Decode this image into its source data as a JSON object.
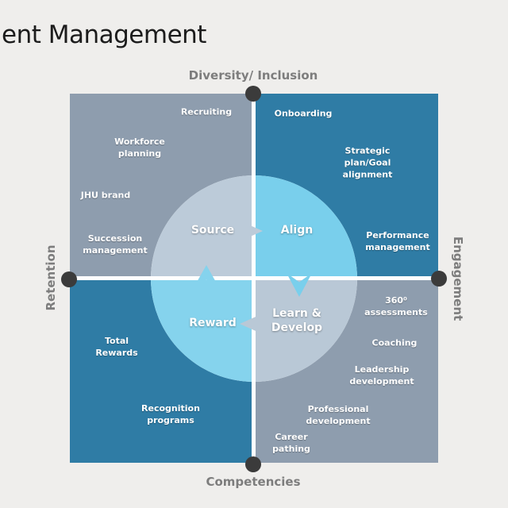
{
  "title": "ent Management",
  "axes": {
    "top": "Diversity/ Inclusion",
    "right": "Engagement",
    "bottom": "Competencies",
    "left": "Retention"
  },
  "cycle": {
    "source": "Source",
    "align": "Align",
    "reward": "Reward",
    "learn": "Learn &\nDevelop"
  },
  "quadrants": {
    "top_left": {
      "items": {
        "recruiting": "Recruiting",
        "workforce": "Workforce\nplanning",
        "jhu_brand": "JHU brand",
        "succession": "Succession\nmanagement"
      }
    },
    "top_right": {
      "items": {
        "onboarding": "Onboarding",
        "strategic": "Strategic\nplan/Goal\nalignment",
        "performance": "Performance\nmanagement"
      }
    },
    "bottom_left": {
      "items": {
        "total_rewards": "Total\nRewards",
        "recognition": "Recognition\nprograms"
      }
    },
    "bottom_right": {
      "items": {
        "assessments": "360⁰\nassessments",
        "coaching": "Coaching",
        "leadership": "Leadership\ndevelopment",
        "professional": "Professional\ndevelopment",
        "career": "Career\npathing"
      }
    }
  },
  "colors": {
    "background": "#efeeec",
    "divider": "#ffffff",
    "quad_gray": "#8e9dae",
    "quad_teal": "#2f7ca5",
    "circle_source": "#bccbd9",
    "circle_align": "#79cfec",
    "circle_reward": "#85d3ed",
    "circle_learn": "#b9c8d6",
    "dot": "#3b3b3b",
    "axis_text": "#7d7d7d",
    "title_text": "#1c1c1c",
    "item_text": "#ffffff"
  }
}
